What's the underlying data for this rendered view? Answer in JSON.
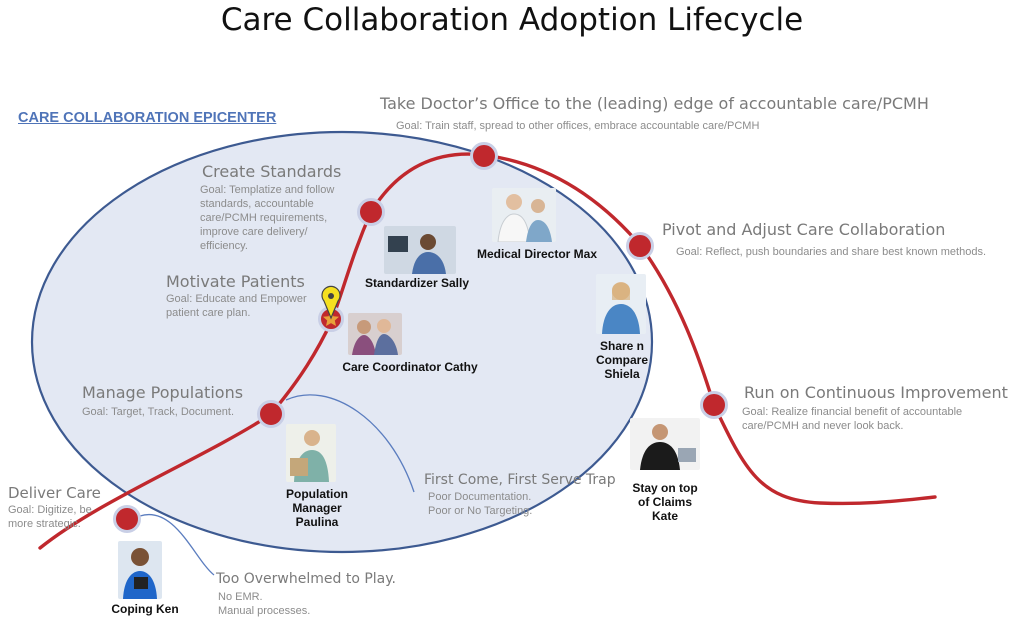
{
  "title": "Care Collaboration Adoption Lifecycle",
  "epicenter_label": "CARE COLLABORATION EPICENTER",
  "colors": {
    "curve": "#c0282d",
    "node_fill": "#c0282d",
    "node_ring": "#c9cfe6",
    "ellipse_stroke": "#3d5a91",
    "ellipse_fill": "#e3e8f3",
    "trap_line": "#5b7dbf",
    "pin": "#f5e020",
    "epicenter_text": "#4f74b8",
    "heading_text": "#7a7a7a",
    "goal_text": "#8c8c8c"
  },
  "stages": {
    "deliver": {
      "title": "Deliver Care",
      "goal": "Goal: Digitize, be more strategic."
    },
    "populations": {
      "title": "Manage Populations",
      "goal": "Goal: Target, Track, Document."
    },
    "motivate": {
      "title": "Motivate Patients",
      "goal": "Goal: Educate and Empower patient care plan."
    },
    "standards": {
      "title": "Create Standards",
      "goal": "Goal: Templatize and follow standards, accountable care/PCMH requirements, improve care delivery/ efficiency."
    },
    "doctor": {
      "title": "Take Doctor’s Office to the (leading) edge of accountable care/PCMH",
      "goal": "Goal: Train staff, spread to other offices, embrace accountable care/PCMH"
    },
    "pivot": {
      "title": "Pivot and Adjust Care Collaboration",
      "goal": "Goal: Reflect, push boundaries and share best known methods."
    },
    "continuous": {
      "title": "Run on Continuous Improvement",
      "goal": "Goal: Realize financial benefit of accountable care/PCMH and never look back."
    }
  },
  "personas": {
    "ken": "Coping Ken",
    "paulina": "Population Manager Paulina",
    "cathy": "Care Coordinator Cathy",
    "sally": "Standardizer Sally",
    "max": "Medical Director Max",
    "shiela": "Share n Compare Shiela",
    "kate": "Stay on top of Claims Kate"
  },
  "traps": {
    "overwhelmed": {
      "title": "Too Overwhelmed to Play.",
      "lines": [
        "No EMR.",
        "Manual processes."
      ]
    },
    "first_come": {
      "title": "First Come, First Serve Trap",
      "lines": [
        "Poor Documentation.",
        "Poor or No Targeting."
      ]
    }
  }
}
